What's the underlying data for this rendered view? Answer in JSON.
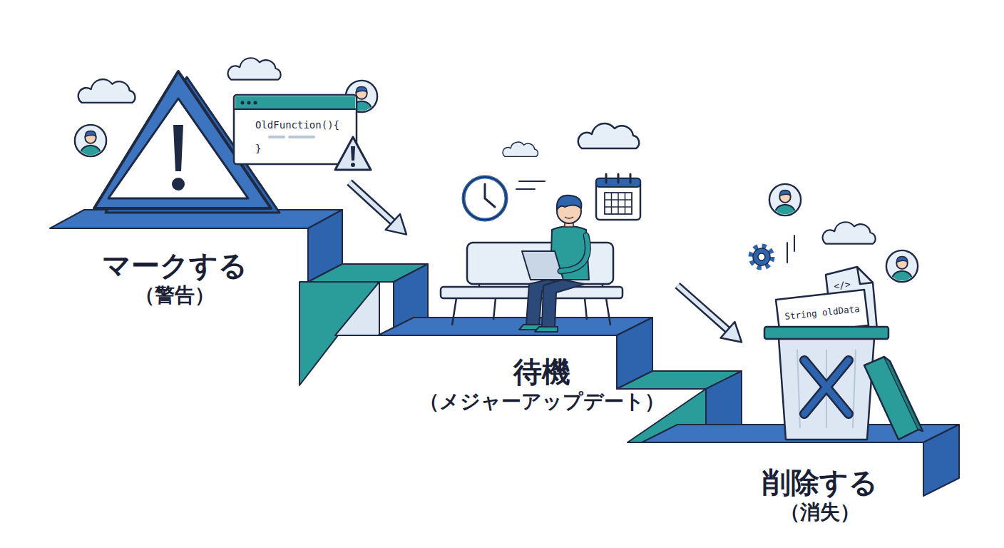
{
  "diagram": {
    "nodes": [
      {
        "text": [
          "マークする",
          "（警告）"
        ]
      },
      {
        "text": [
          "待機",
          "（メジャーアップデート）"
        ]
      },
      {
        "text": [
          "削除する",
          "（消失）"
        ]
      }
    ],
    "edges": [
      {
        "from": 0,
        "to": 1,
        "arrow": "to"
      },
      {
        "from": 1,
        "to": 2,
        "arrow": "to"
      }
    ],
    "labels": [
      "OldFunction(){",
      "}",
      "String oldData",
      "</>"
    ]
  }
}
